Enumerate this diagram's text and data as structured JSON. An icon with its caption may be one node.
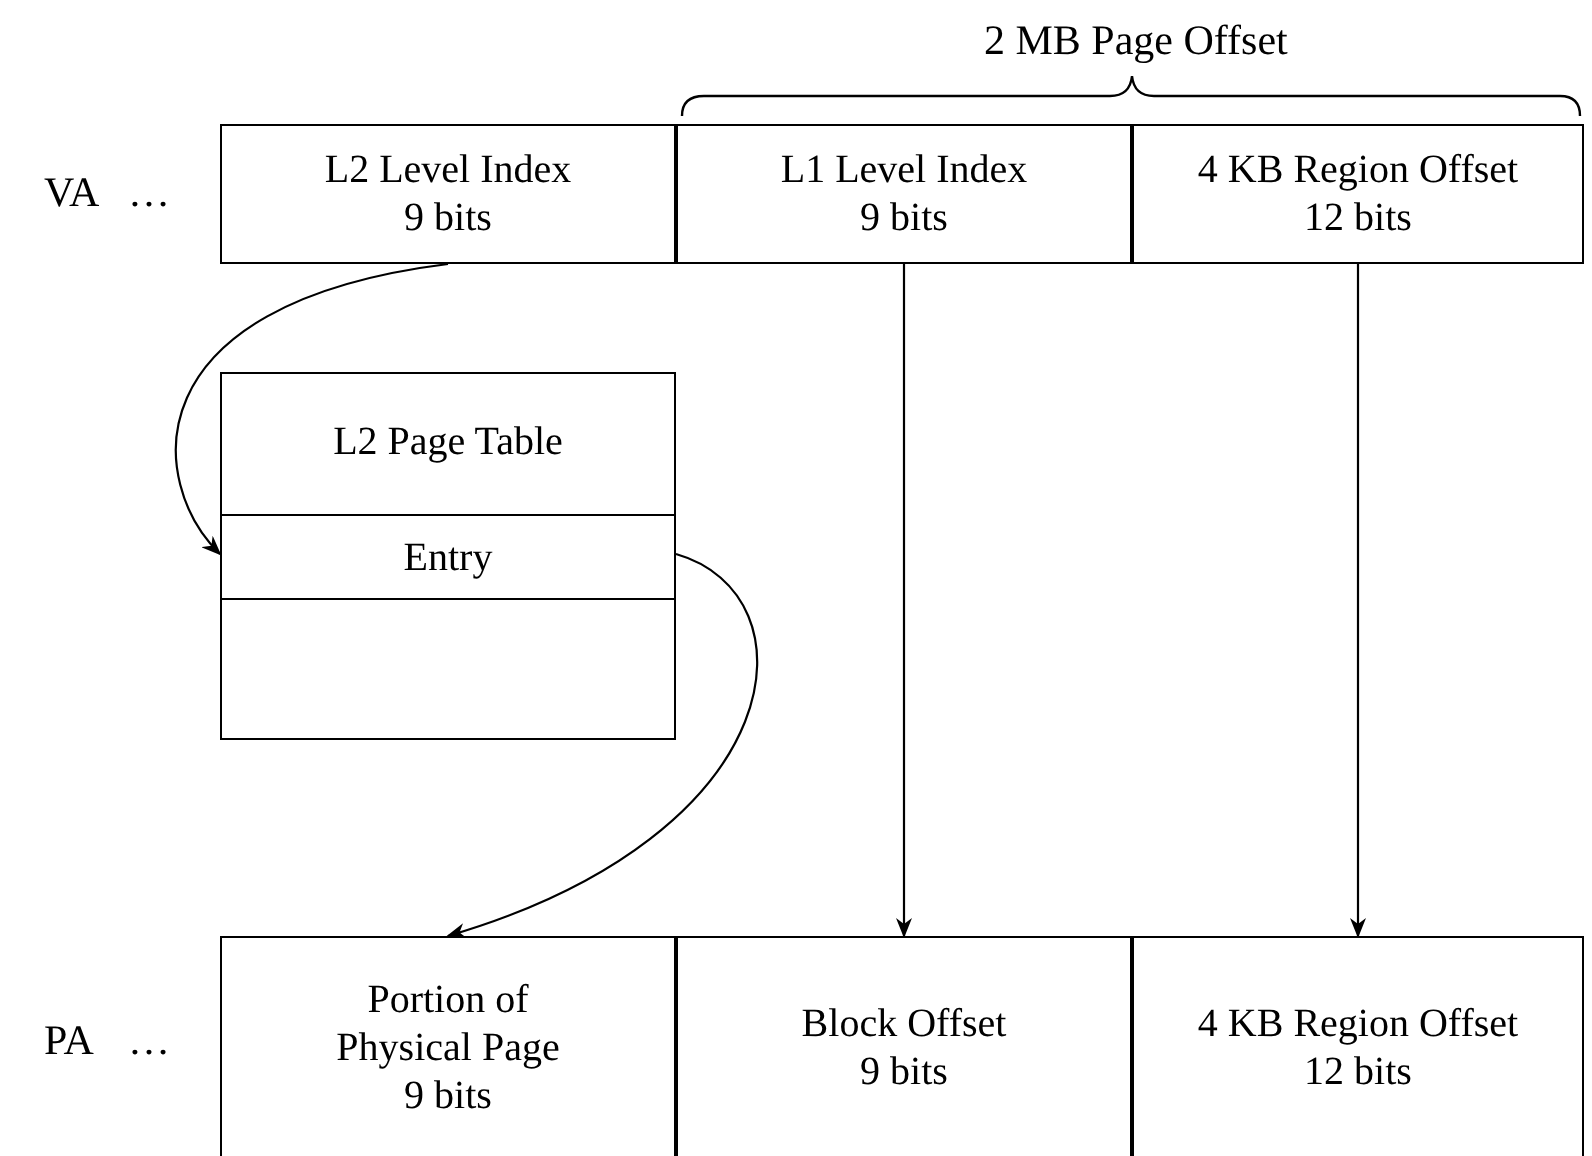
{
  "diagram": {
    "nodes": [
      {
        "text": [
          "L2 Level Index",
          "9 bits"
        ]
      },
      {
        "text": [
          "L1 Level Index",
          "9 bits"
        ]
      },
      {
        "text": [
          "4 KB Region Offset",
          "12 bits"
        ]
      },
      {
        "text": [
          "L2 Page Table"
        ]
      },
      {
        "text": [
          "Entry"
        ],
        "in": 3
      },
      {
        "text": [],
        "shape": "box",
        "in": 3
      },
      {
        "text": [
          "Portion of Physical Page",
          "9 bits"
        ]
      },
      {
        "text": [
          "Block Offset",
          "9 bits"
        ]
      },
      {
        "text": [
          "4 KB Region Offset",
          "12 bits"
        ]
      }
    ],
    "edges": [
      {
        "from": 0,
        "to": 4,
        "arrow": "to"
      },
      {
        "from": 4,
        "to": 6,
        "arrow": "to"
      },
      {
        "from": 1,
        "to": 7,
        "arrow": "to"
      },
      {
        "from": 2,
        "to": 8,
        "arrow": "to"
      }
    ],
    "labels": [
      "2 MB Page Offset",
      "VA",
      "…",
      "PA",
      "…"
    ]
  }
}
